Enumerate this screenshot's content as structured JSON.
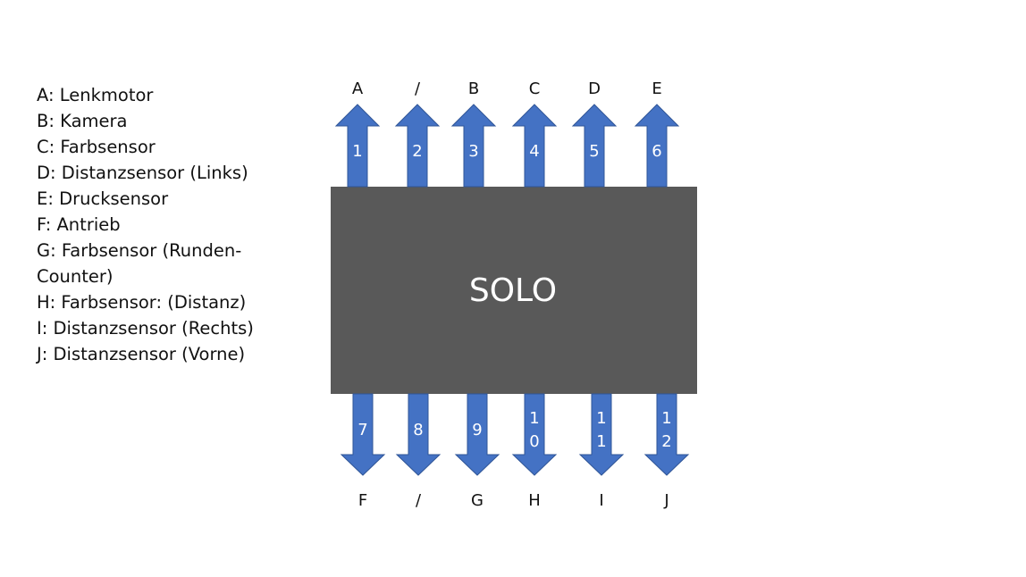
{
  "colors": {
    "chip_fill": "#595959",
    "arrow_fill": "#4472C4",
    "arrow_stroke": "#2F5597",
    "legend_text": "#111111",
    "pin_number_text": "#ffffff"
  },
  "legend": [
    "A: Lenkmotor",
    "B: Kamera",
    "C: Farbsensor",
    "D: Distanzsensor (Links)",
    "E: Drucksensor",
    "F: Antrieb",
    "G: Farbsensor (Runden-",
    "Counter)",
    "H: Farbsensor: (Distanz)",
    "I: Distanzsensor (Rechts)",
    "J: Distanzsensor (Vorne)"
  ],
  "chip": {
    "label": "SOLO"
  },
  "top_pins": [
    {
      "number": [
        "1"
      ],
      "letter": "A"
    },
    {
      "number": [
        "2"
      ],
      "letter": "/"
    },
    {
      "number": [
        "3"
      ],
      "letter": "B"
    },
    {
      "number": [
        "4"
      ],
      "letter": "C"
    },
    {
      "number": [
        "5"
      ],
      "letter": "D"
    },
    {
      "number": [
        "6"
      ],
      "letter": "E"
    }
  ],
  "bottom_pins": [
    {
      "number": [
        "7"
      ],
      "letter": "F"
    },
    {
      "number": [
        "8"
      ],
      "letter": "/"
    },
    {
      "number": [
        "9"
      ],
      "letter": "G"
    },
    {
      "number": [
        "1",
        "0"
      ],
      "letter": "H"
    },
    {
      "number": [
        "1",
        "1"
      ],
      "letter": "I"
    },
    {
      "number": [
        "1",
        "2"
      ],
      "letter": "J"
    }
  ]
}
